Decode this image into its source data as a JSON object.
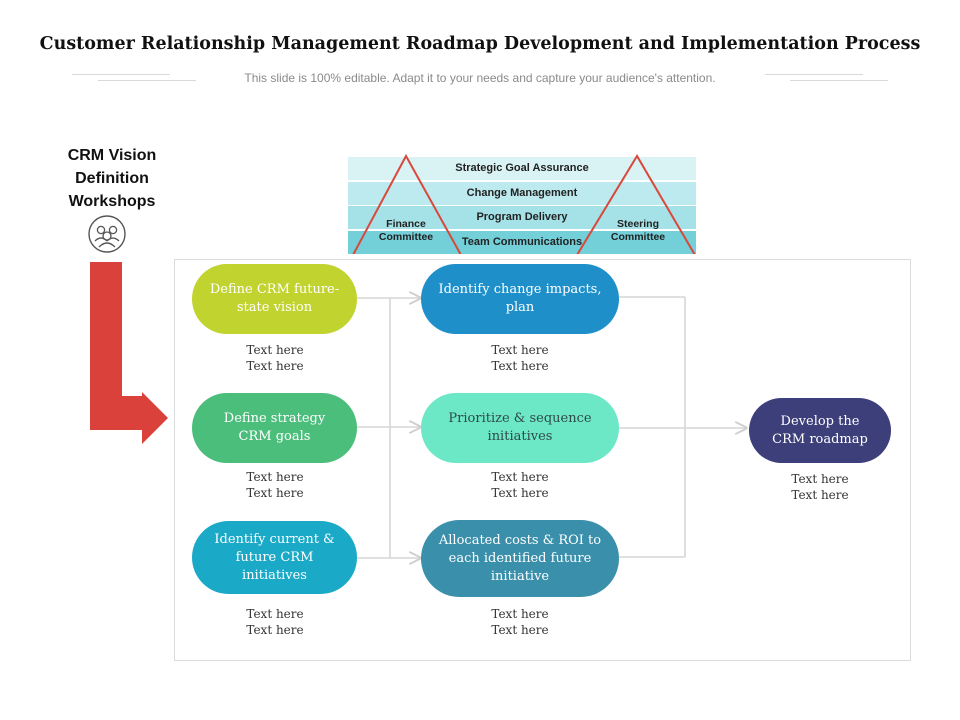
{
  "header": {
    "title": "Customer Relationship Management Roadmap Development and Implementation Process",
    "subtitle": "This slide is 100% editable. Adapt it to your needs and capture your audience's attention."
  },
  "vision": {
    "title": "CRM Vision Definition Workshops",
    "icon": "people-group-icon"
  },
  "pyramid": {
    "layers": [
      "Strategic Goal Assurance",
      "Change Management",
      "Program Delivery",
      "Team Communications"
    ],
    "left_triangle": "Finance Committee",
    "right_triangle": "Steering Committee",
    "layer_colors": [
      "#d9f3f5",
      "#bdeaee",
      "#a5e2e7",
      "#73cfd8"
    ],
    "triangle_color": "#d9483b"
  },
  "flow": {
    "nodes": [
      {
        "label": "Define CRM future-state vision",
        "note": [
          "Text here",
          "Text here"
        ],
        "color": "#c1d32f"
      },
      {
        "label": "Define strategy CRM goals",
        "note": [
          "Text here",
          "Text here"
        ],
        "color": "#4cbe7c"
      },
      {
        "label": "Identify current & future CRM initiatives",
        "note": [
          "Text here",
          "Text here"
        ],
        "color": "#1aa9c6"
      },
      {
        "label": "Identify change impacts, plan",
        "note": [
          "Text here",
          "Text here"
        ],
        "color": "#1e8fc9"
      },
      {
        "label": "Prioritize & sequence initiatives",
        "note": [
          "Text here",
          "Text here"
        ],
        "color": "#6ce8c6"
      },
      {
        "label": "Allocated costs & ROI to each identified future initiative",
        "note": [
          "Text here",
          "Text here"
        ],
        "color": "#3a8fab"
      },
      {
        "label": "Develop the CRM roadmap",
        "note": [
          "Text here",
          "Text here"
        ],
        "color": "#3d3f7a"
      }
    ]
  },
  "colors": {
    "arrow": "#d9413a",
    "connector": "#d6d6d6"
  }
}
